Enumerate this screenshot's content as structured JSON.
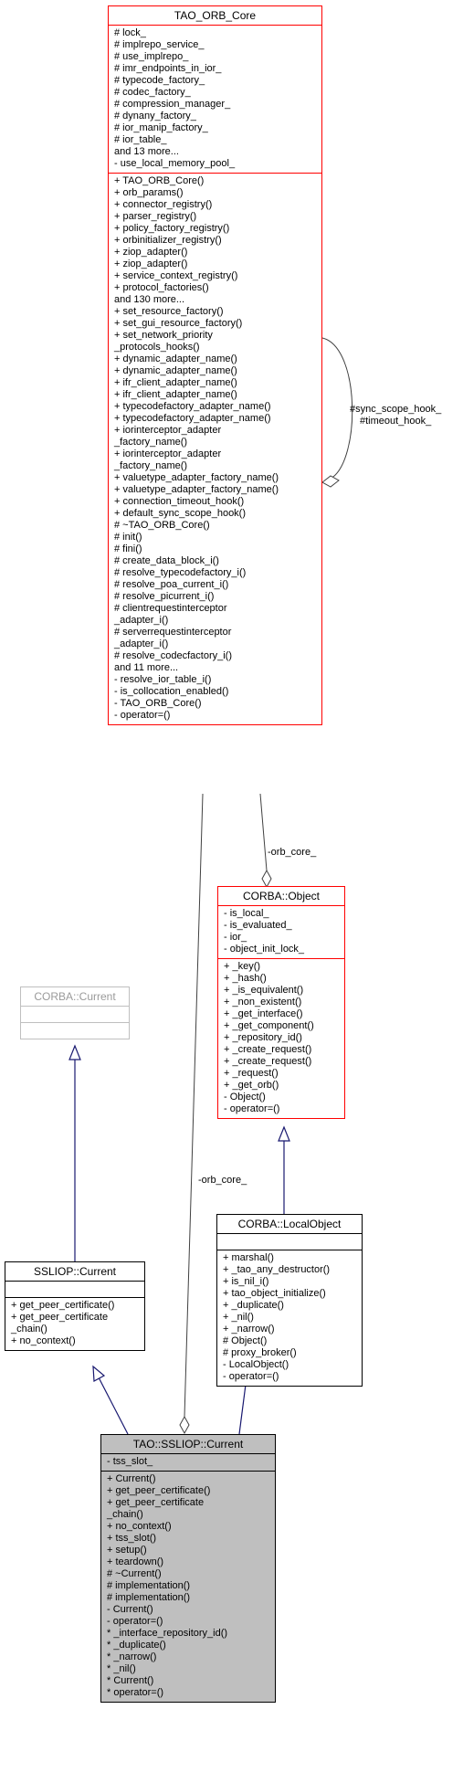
{
  "classes": {
    "tao_orb_core": {
      "title": "TAO_ORB_Core",
      "attributes": [
        "# lock_",
        "# implrepo_service_",
        "# use_implrepo_",
        "# imr_endpoints_in_ior_",
        "# typecode_factory_",
        "# codec_factory_",
        "# compression_manager_",
        "# dynany_factory_",
        "# ior_manip_factory_",
        "# ior_table_",
        "and 13 more...",
        "- use_local_memory_pool_"
      ],
      "operations": [
        "+ TAO_ORB_Core()",
        "+ orb_params()",
        "+ connector_registry()",
        "+ parser_registry()",
        "+ policy_factory_registry()",
        "+ orbinitializer_registry()",
        "+ ziop_adapter()",
        "+ ziop_adapter()",
        "+ service_context_registry()",
        "+ protocol_factories()",
        "and 130 more...",
        "+ set_resource_factory()",
        "+ set_gui_resource_factory()",
        "+ set_network_priority",
        "_protocols_hooks()",
        "+ dynamic_adapter_name()",
        "+ dynamic_adapter_name()",
        "+ ifr_client_adapter_name()",
        "+ ifr_client_adapter_name()",
        "+ typecodefactory_adapter_name()",
        "+ typecodefactory_adapter_name()",
        "+ iorinterceptor_adapter",
        "_factory_name()",
        "+ iorinterceptor_adapter",
        "_factory_name()",
        "+ valuetype_adapter_factory_name()",
        "+ valuetype_adapter_factory_name()",
        "+ connection_timeout_hook()",
        "+ default_sync_scope_hook()",
        "# ~TAO_ORB_Core()",
        "# init()",
        "# fini()",
        "# create_data_block_i()",
        "# resolve_typecodefactory_i()",
        "# resolve_poa_current_i()",
        "# resolve_picurrent_i()",
        "# clientrequestinterceptor",
        "_adapter_i()",
        "# serverrequestinterceptor",
        "_adapter_i()",
        "# resolve_codecfactory_i()",
        "and 11 more...",
        "- resolve_ior_table_i()",
        "- is_collocation_enabled()",
        "- TAO_ORB_Core()",
        "- operator=()"
      ]
    },
    "corba_object": {
      "title": "CORBA::Object",
      "attributes": [
        "- is_local_",
        "- is_evaluated_",
        "- ior_",
        "- object_init_lock_"
      ],
      "operations": [
        "+ _key()",
        "+ _hash()",
        "+ _is_equivalent()",
        "+ _non_existent()",
        "+ _get_interface()",
        "+ _get_component()",
        "+ _repository_id()",
        "+ _create_request()",
        "+ _create_request()",
        "+ _request()",
        "+ _get_orb()",
        "- Object()",
        "- operator=()"
      ]
    },
    "corba_current": {
      "title": "CORBA::Current",
      "attributes": [],
      "operations": []
    },
    "ssliop_current": {
      "title": "SSLIOP::Current",
      "attributes": [],
      "operations": [
        "+ get_peer_certificate()",
        "+ get_peer_certificate",
        "_chain()",
        "+ no_context()"
      ]
    },
    "corba_localobject": {
      "title": "CORBA::LocalObject",
      "attributes": [],
      "operations": [
        "+ marshal()",
        "+ _tao_any_destructor()",
        "+ is_nil_i()",
        "+ tao_object_initialize()",
        "+ _duplicate()",
        "+ _nil()",
        "+ _narrow()",
        "# Object()",
        "# proxy_broker()",
        "- LocalObject()",
        "- operator=()"
      ]
    },
    "tao_ssliop_current": {
      "title": "TAO::SSLIOP::Current",
      "attributes": [
        "- tss_slot_"
      ],
      "operations": [
        "+ Current()",
        "+ get_peer_certificate()",
        "+ get_peer_certificate",
        "_chain()",
        "+ no_context()",
        "+ tss_slot()",
        "+ setup()",
        "+ teardown()",
        "# ~Current()",
        "# implementation()",
        "# implementation()",
        "- Current()",
        "- operator=()",
        "* _interface_repository_id()",
        "* _duplicate()",
        "* _narrow()",
        "* _nil()",
        "* Current()",
        "* operator=()"
      ]
    }
  },
  "edge_labels": {
    "self_hook_line1": "#sync_scope_hook_",
    "self_hook_line2": "#timeout_hook_",
    "orb_core_to_object": "-orb_core_",
    "orb_core_to_ssliop": "-orb_core_"
  },
  "colors": {
    "focus_fill": "#bfbfbf",
    "red_border": "#ff0000",
    "grey_border": "#bfbfbf",
    "arrow_navy": "#191970",
    "edge_grey": "#404040"
  }
}
